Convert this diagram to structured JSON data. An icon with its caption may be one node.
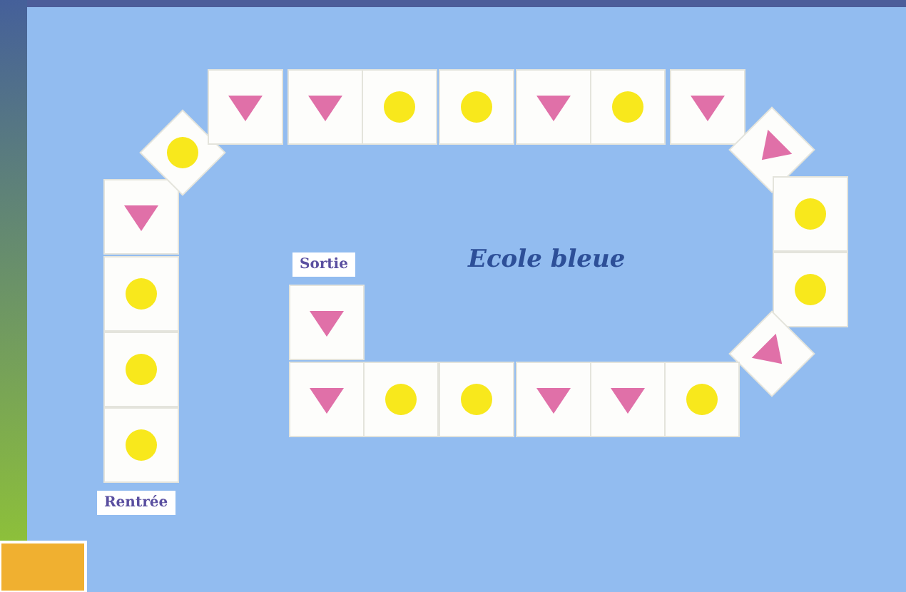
{
  "diagram": {
    "labels": [
      "Sortie",
      "Ecole bleue",
      "Rentrée"
    ]
  }
}
